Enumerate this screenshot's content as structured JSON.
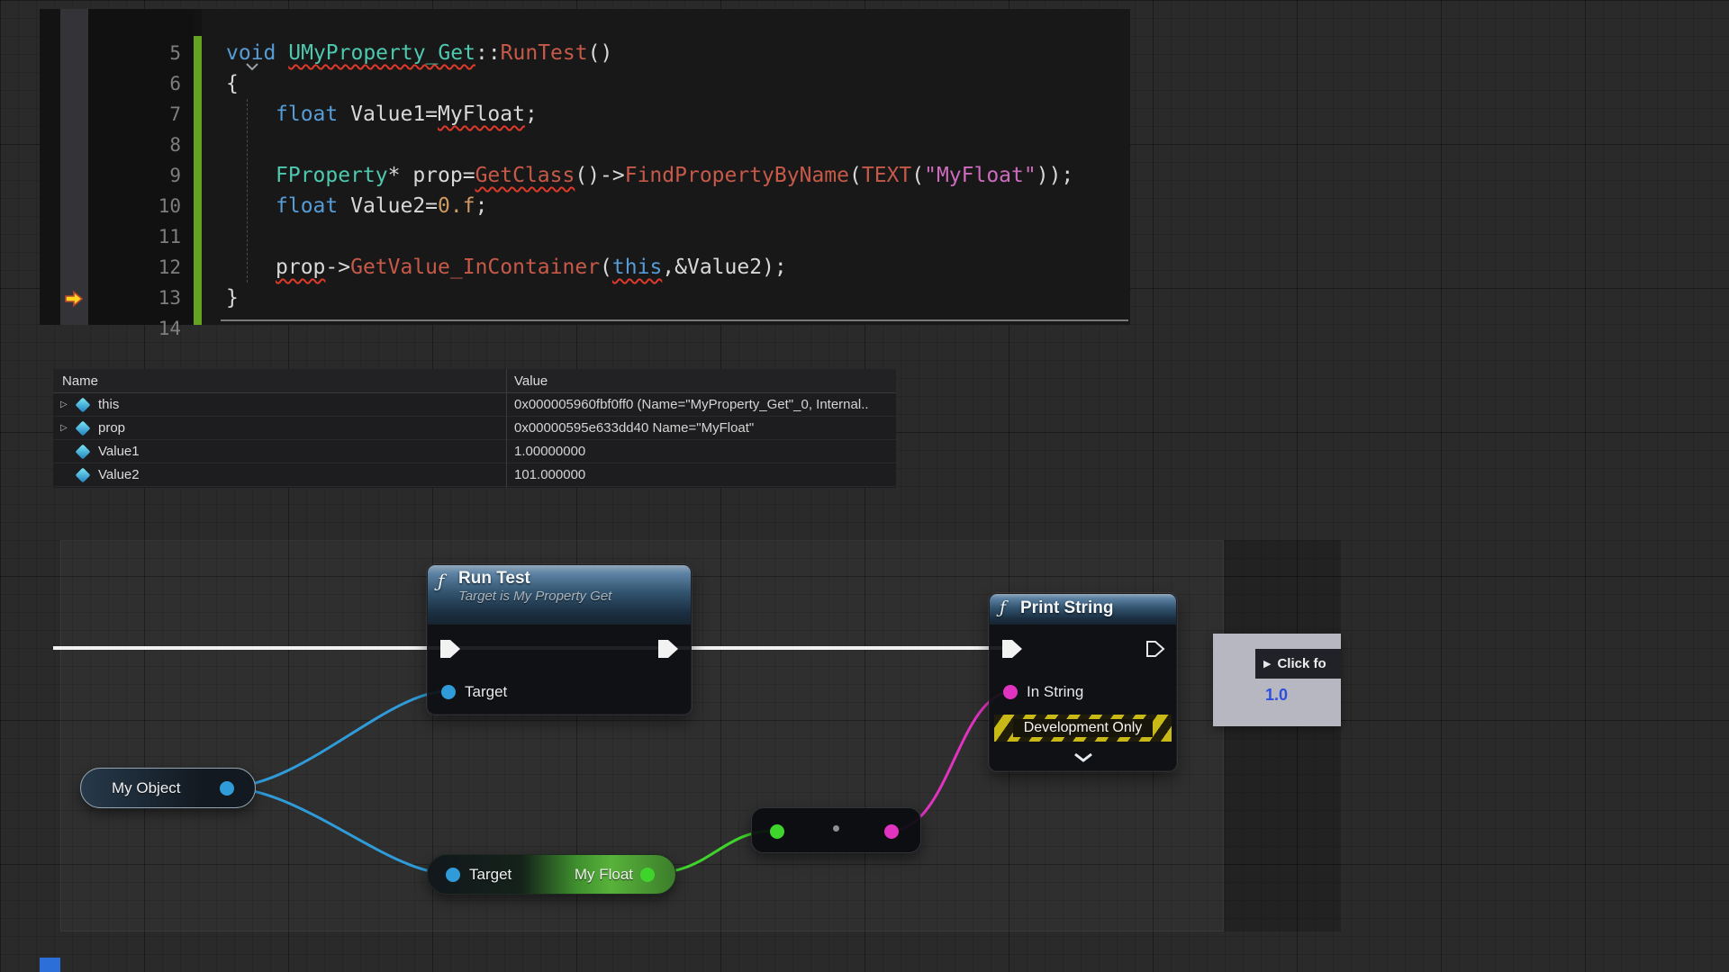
{
  "colors": {
    "keyword": "#569cd6",
    "type": "#4ec9b0",
    "function_red": "#c75949",
    "string": "#cd6bbd",
    "number": "#cf9a62",
    "squiggle": "#dd3a2a",
    "modified_bar": "#63a31f",
    "exec_wire": "#f2f2f2",
    "object_pin": "#2f9bd8",
    "float_pin": "#3fd42c",
    "string_pin": "#e033c0",
    "dev_only_stripe": "#c9b916",
    "tooltip_value_blue": "#2c4fe0"
  },
  "editor": {
    "lines": [
      {
        "num": "5",
        "indent": 0,
        "collapsed_marker": true,
        "segs": [
          [
            "void ",
            "kw"
          ],
          [
            "UMyProperty_Get",
            "type sq"
          ],
          [
            "::",
            "plain"
          ],
          [
            "RunTest",
            "fn"
          ],
          [
            "()",
            "plain"
          ]
        ]
      },
      {
        "num": "6",
        "indent": 0,
        "segs": [
          [
            "{",
            "plain"
          ]
        ]
      },
      {
        "num": "7",
        "indent": 1,
        "segs": [
          [
            "float ",
            "kw"
          ],
          [
            "Value1=",
            "plain"
          ],
          [
            "MyFloat",
            "plain sq"
          ],
          [
            ";",
            "plain"
          ]
        ]
      },
      {
        "num": "8",
        "indent": 1,
        "segs": []
      },
      {
        "num": "9",
        "indent": 1,
        "segs": [
          [
            "FProperty",
            "type"
          ],
          [
            "* prop=",
            "plain"
          ],
          [
            "GetClass",
            "fn sq"
          ],
          [
            "()->",
            "plain"
          ],
          [
            "FindPropertyByName",
            "fn"
          ],
          [
            "(",
            "plain"
          ],
          [
            "TEXT",
            "fn"
          ],
          [
            "(",
            "plain"
          ],
          [
            "\"MyFloat\"",
            "string"
          ],
          [
            "));",
            "plain"
          ]
        ]
      },
      {
        "num": "10",
        "indent": 1,
        "segs": [
          [
            "float ",
            "kw"
          ],
          [
            "Value2=",
            "plain"
          ],
          [
            "0.f",
            "number"
          ],
          [
            ";",
            "plain"
          ]
        ]
      },
      {
        "num": "11",
        "indent": 1,
        "segs": []
      },
      {
        "num": "12",
        "indent": 1,
        "segs": [
          [
            "prop",
            "plain sq"
          ],
          [
            "->",
            "plain"
          ],
          [
            "GetValue_InContainer",
            "fn"
          ],
          [
            "(",
            "plain"
          ],
          [
            "this",
            "kw sq"
          ],
          [
            ",&Value2);",
            "plain"
          ]
        ]
      },
      {
        "num": "13",
        "indent": 0,
        "current": true,
        "segs": [
          [
            "}",
            "plain"
          ]
        ]
      },
      {
        "num": "14",
        "indent": 0,
        "segs": []
      }
    ]
  },
  "watch": {
    "name_header": "Name",
    "value_header": "Value",
    "rows": [
      {
        "name": "this",
        "value": "0x000005960fbf0ff0 (Name=\"MyProperty_Get\"_0, Internal..",
        "expandable": true
      },
      {
        "name": "prop",
        "value": "0x00000595e633dd40 Name=\"MyFloat\"",
        "expandable": true
      },
      {
        "name": "Value1",
        "value": "1.00000000",
        "expandable": false
      },
      {
        "name": "Value2",
        "value": "101.000000",
        "expandable": false
      }
    ]
  },
  "graph": {
    "run_test": {
      "fn_icon": "ƒ",
      "title": "Run Test",
      "subtitle": "Target is My Property Get",
      "target_label": "Target"
    },
    "print_string": {
      "fn_icon": "ƒ",
      "title": "Print String",
      "in_string_label": "In String",
      "dev_only_label": "Development Only"
    },
    "my_object": {
      "label": "My Object"
    },
    "my_float_getter": {
      "target_label": "Target",
      "output_label": "My Float"
    },
    "tooltip": {
      "header": "Click fo",
      "value": "1.0"
    }
  }
}
